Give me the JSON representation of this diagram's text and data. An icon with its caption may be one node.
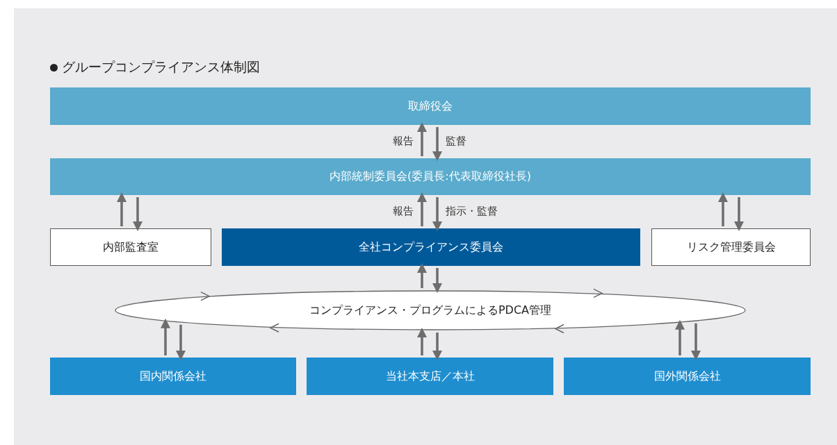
{
  "diagram": {
    "title": "グループコンプライアンス体制図",
    "nodes": [
      {
        "text": [
          "取締役会"
        ]
      },
      {
        "text": [
          "内部統制委員会(委員長:代表取締役社長)"
        ]
      },
      {
        "text": [
          "内部監査室"
        ]
      },
      {
        "text": [
          "全社コンプライアンス委員会"
        ]
      },
      {
        "text": [
          "リスク管理委員会"
        ]
      },
      {
        "text": [
          "コンプライアンス・プログラムによるPDCA管理"
        ]
      },
      {
        "text": [
          "国内関係会社"
        ]
      },
      {
        "text": [
          "当社本支店／本社"
        ]
      },
      {
        "text": [
          "国外関係会社"
        ]
      }
    ],
    "edges": [
      {
        "from": 1,
        "to": 0,
        "arrow": "to",
        "label": "報告"
      },
      {
        "from": 0,
        "to": 1,
        "arrow": "to",
        "label": "監督"
      },
      {
        "from": 2,
        "to": 1,
        "arrow": "to"
      },
      {
        "from": 1,
        "to": 2,
        "arrow": "to"
      },
      {
        "from": 3,
        "to": 1,
        "arrow": "to",
        "label": "報告"
      },
      {
        "from": 1,
        "to": 3,
        "arrow": "to",
        "label": "指示・監督"
      },
      {
        "from": 4,
        "to": 1,
        "arrow": "to"
      },
      {
        "from": 1,
        "to": 4,
        "arrow": "to"
      },
      {
        "from": 5,
        "to": 3,
        "arrow": "to"
      },
      {
        "from": 3,
        "to": 5,
        "arrow": "to"
      },
      {
        "from": 6,
        "to": 5,
        "arrow": "to"
      },
      {
        "from": 5,
        "to": 6,
        "arrow": "to"
      },
      {
        "from": 7,
        "to": 5,
        "arrow": "to"
      },
      {
        "from": 5,
        "to": 7,
        "arrow": "to"
      },
      {
        "from": 8,
        "to": 5,
        "arrow": "to"
      },
      {
        "from": 5,
        "to": 8,
        "arrow": "to"
      }
    ]
  }
}
